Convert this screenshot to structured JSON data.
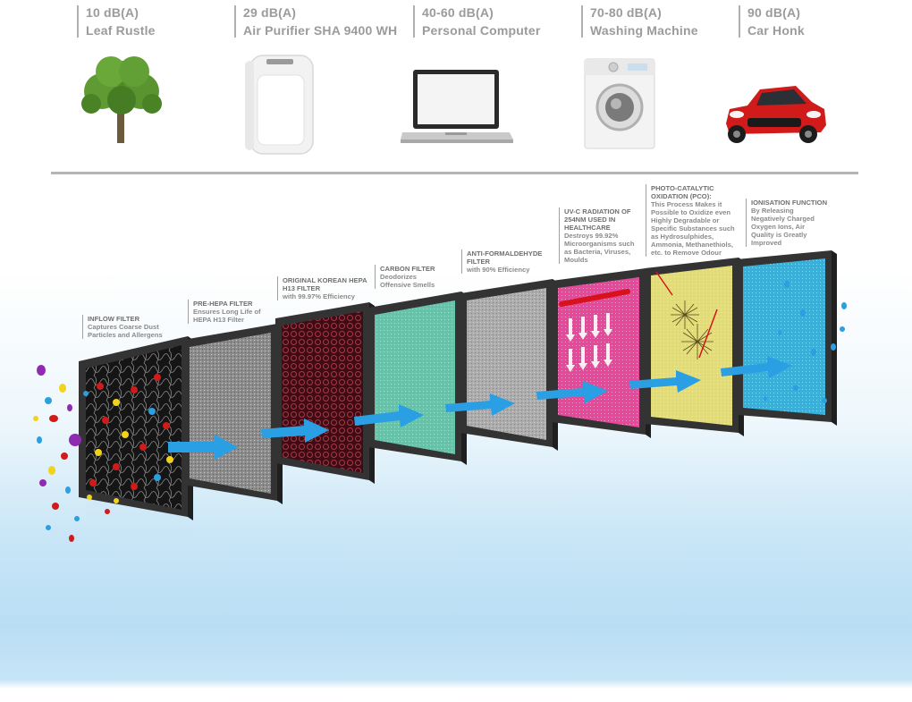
{
  "noise_levels": [
    {
      "db": "10 dB(A)",
      "name": "Leaf Rustle"
    },
    {
      "db": "29 dB(A)",
      "name": "Air Purifier SHA 9400 WH"
    },
    {
      "db": "40-60 dB(A)",
      "name": "Personal Computer"
    },
    {
      "db": "70-80 dB(A)",
      "name": "Washing Machine"
    },
    {
      "db": "90 dB(A)",
      "name": "Car Honk"
    }
  ],
  "filters": [
    {
      "title": "INFLOW FILTER",
      "desc": [
        "Captures Coarse Dust",
        "Particles and Allergens"
      ]
    },
    {
      "title": "PRE-HEPA FILTER",
      "desc": [
        "Ensures Long Life of",
        "HEPA H13 Filter"
      ]
    },
    {
      "title": "ORIGINAL KOREAN HEPA H13 FILTER",
      "desc": [
        "with 99.97% Efficiency"
      ]
    },
    {
      "title": "CARBON FILTER",
      "desc": [
        "Deodorizes",
        "Offensive Smells"
      ]
    },
    {
      "title": "ANTI-FORMALDEHYDE FILTER",
      "desc": [
        "with 90% Efficiency"
      ]
    },
    {
      "title": "UV-C RADIATION OF 254NM USED IN HEALTHCARE",
      "desc": [
        "Destroys 99.92%",
        "Microorganisms such",
        "as Bacteria, Viruses,",
        "Moulds"
      ]
    },
    {
      "title": "PHOTO-CATALYTIC OXIDATION (PCO):",
      "desc": [
        "This Process Makes it",
        "Possible to Oxidize even",
        "Highly Degradable or",
        "Specific Substances such",
        "as Hydrosulphides,",
        "Ammonia, Methanethiols,",
        "etc. to Remove Odour"
      ]
    },
    {
      "title": "IONISATION FUNCTION",
      "desc": [
        "By Releasing",
        "Negatively Charged",
        "Oxygen Ions, Air",
        "Quality is Greatly",
        "Improved"
      ]
    }
  ],
  "colors": {
    "frame": "#3a3a3a",
    "arrow": "#2b9fe3",
    "inflow": "#141414",
    "prehepa": "#8a8a8a",
    "hepa": "#5a1620",
    "carbon": "#6cc8b0",
    "formaldehyde": "#a9a9a9",
    "uvc": "#e8479a",
    "pco": "#e3dc7a",
    "ion": "#3bb0d8"
  }
}
